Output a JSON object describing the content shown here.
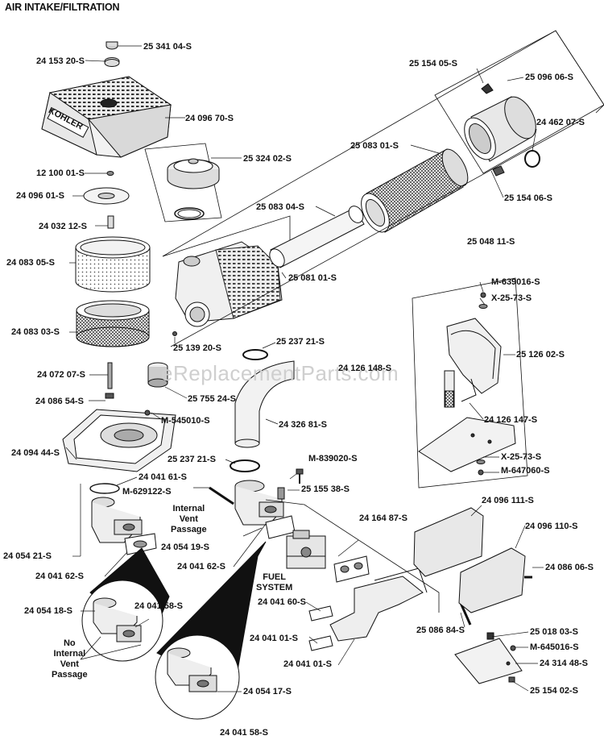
{
  "title": "AIR INTAKE/FILTRATION",
  "watermark": "eReplacementParts.com",
  "labels": {
    "p01": "25 341 04-S",
    "p02": "24 153 20-S",
    "p03": "24 096 70-S",
    "p04": "25 324 02-S",
    "p05": "12 100 01-S",
    "p06": "24 096 01-S",
    "p07": "24 032 12-S",
    "p08": "24 083 05-S",
    "p09": "24 083 03-S",
    "p10": "24 072 07-S",
    "p11": "24 086 54-S",
    "p12": "25 755 24-S",
    "p13": "M-545010-S",
    "p14": "24 094 44-S",
    "p15": "25 237 21-S",
    "p16": "24 041 61-S",
    "p17": "M-629122-S",
    "p18": "M-839020-S",
    "p19": "25 155 38-S",
    "p20": "24 054 21-S",
    "p21": "24 041 62-S",
    "p22": "24 054 19-S",
    "p23": "24 041 62-S",
    "p24": "24 054 18-S",
    "p25": "24 041 58-S",
    "p26": "24 054 17-S",
    "p27": "24 041 58-S",
    "p28": "25 154 05-S",
    "p29": "25 096 06-S",
    "p30": "24 462 07-S",
    "p31": "25 083 01-S",
    "p32": "25 154 06-S",
    "p33": "25 083 04-S",
    "p34": "25 048 11-S",
    "p35": "25 081 01-S",
    "p36": "25 139 20-S",
    "p37": "25 237 21-S",
    "p38": "24 126 148-S",
    "p39": "24 326 81-S",
    "p40": "M-639016-S",
    "p41": "X-25-73-S",
    "p42": "25 126 02-S",
    "p43": "24 126 147-S",
    "p44": "X-25-73-S",
    "p45": "M-647060-S",
    "p46": "24 164 87-S",
    "p47": "24 096 111-S",
    "p48": "24 096 110-S",
    "p49": "24 086 06-S",
    "p50": "24 041 60-S",
    "p51": "24 041 01-S",
    "p52": "24 041 01-S",
    "p53": "25 086 84-S",
    "p54": "25 018 03-S",
    "p55": "M-645016-S",
    "p56": "24 314 48-S",
    "p57": "25 154 02-S"
  },
  "notes": {
    "internal_vent": [
      "Internal",
      "Vent",
      "Passage"
    ],
    "no_internal_vent": [
      "No",
      "Internal",
      "Vent",
      "Passage"
    ],
    "fuel_system": [
      "FUEL",
      "SYSTEM"
    ]
  },
  "brand_text": "KOHLER"
}
